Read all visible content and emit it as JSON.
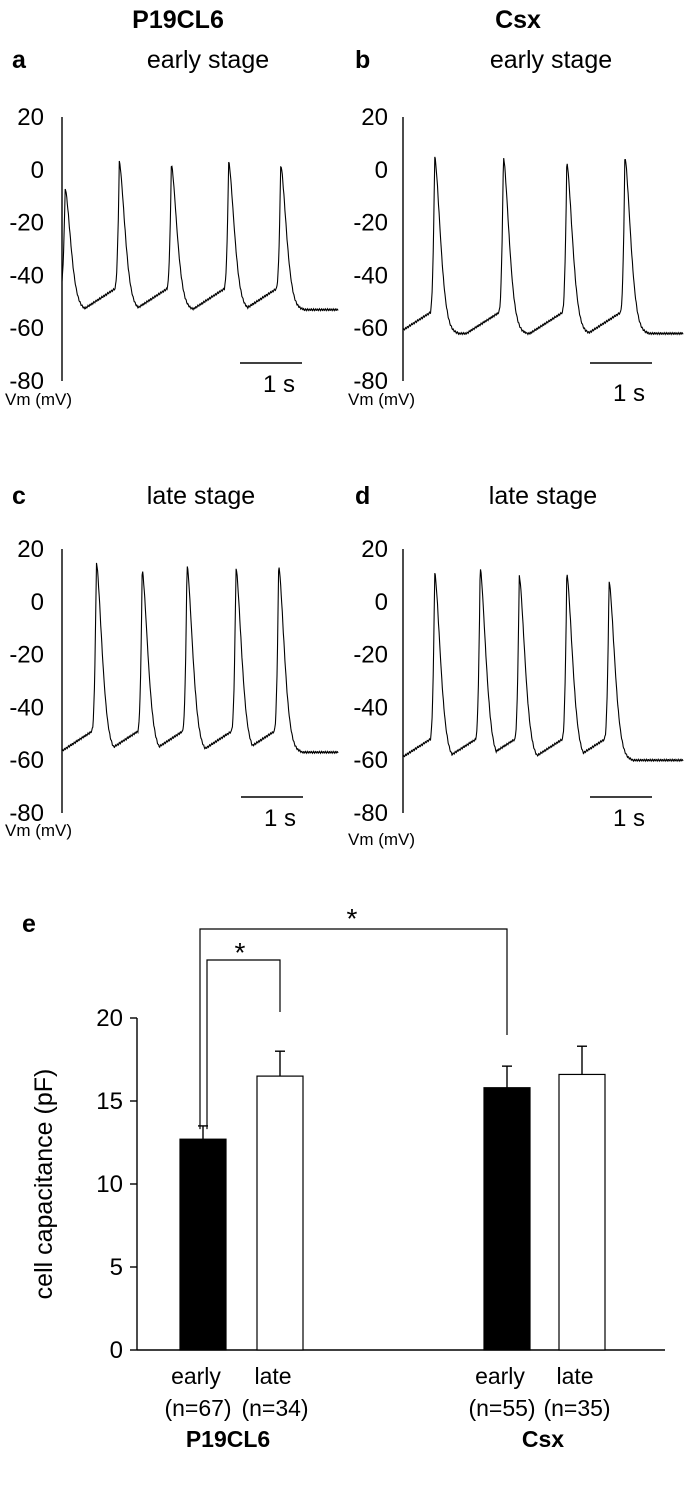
{
  "columns": [
    {
      "title": "P19CL6"
    },
    {
      "title": "Csx"
    }
  ],
  "chart_data": [
    {
      "type": "line",
      "panel": "a",
      "subtitle": "early stage",
      "ylabel": "Vm (mV)",
      "ylim": [
        -80,
        20
      ],
      "yticks": [
        20,
        0,
        -20,
        -40,
        -60,
        -80
      ],
      "scale_bar": "1 s",
      "trace": {
        "duration_s": 2.65,
        "rest_mV": -53,
        "spikes": [
          {
            "t": 0.03,
            "peak": -7
          },
          {
            "t": 0.55,
            "peak": 3
          },
          {
            "t": 1.05,
            "peak": 2
          },
          {
            "t": 1.6,
            "peak": 3
          },
          {
            "t": 2.1,
            "peak": 2
          }
        ]
      }
    },
    {
      "type": "line",
      "panel": "b",
      "subtitle": "early stage",
      "ylabel": "Vm (mV)",
      "ylim": [
        -80,
        20
      ],
      "yticks": [
        20,
        0,
        -20,
        -40,
        -60,
        -80
      ],
      "scale_bar": "1 s",
      "trace": {
        "duration_s": 2.65,
        "rest_mV": -62,
        "spikes": [
          {
            "t": 0.3,
            "peak": 5
          },
          {
            "t": 0.95,
            "peak": 5
          },
          {
            "t": 1.55,
            "peak": 3
          },
          {
            "t": 2.1,
            "peak": 5
          }
        ]
      }
    },
    {
      "type": "line",
      "panel": "c",
      "subtitle": "late stage",
      "ylabel": "Vm (mV)",
      "ylim": [
        -80,
        20
      ],
      "yticks": [
        20,
        0,
        -20,
        -40,
        -60,
        -80
      ],
      "scale_bar": "1 s",
      "trace": {
        "duration_s": 2.65,
        "rest_mV": -57,
        "spikes": [
          {
            "t": 0.33,
            "peak": 15
          },
          {
            "t": 0.77,
            "peak": 12
          },
          {
            "t": 1.2,
            "peak": 14
          },
          {
            "t": 1.67,
            "peak": 13
          },
          {
            "t": 2.08,
            "peak": 14
          }
        ]
      }
    },
    {
      "type": "line",
      "panel": "d",
      "subtitle": "late stage",
      "ylabel": "Vm (mV)",
      "ylim": [
        -80,
        20
      ],
      "yticks": [
        20,
        0,
        -20,
        -40,
        -60,
        -80
      ],
      "scale_bar": "1 s",
      "trace": {
        "duration_s": 2.65,
        "rest_mV": -60,
        "spikes": [
          {
            "t": 0.3,
            "peak": 11
          },
          {
            "t": 0.73,
            "peak": 13
          },
          {
            "t": 1.1,
            "peak": 10
          },
          {
            "t": 1.55,
            "peak": 11
          },
          {
            "t": 1.95,
            "peak": 8
          }
        ]
      }
    },
    {
      "type": "bar",
      "panel": "e",
      "ylabel": "cell capacitance (pF)",
      "ylim": [
        0,
        20
      ],
      "yticks": [
        0,
        5,
        10,
        15,
        20
      ],
      "bars": [
        {
          "line1": "early",
          "line2": "(n=67)",
          "group": "P19CL6",
          "value": 12.7,
          "error": 0.8,
          "fill": "#000000"
        },
        {
          "line1": "late",
          "line2": "(n=34)",
          "group": "P19CL6",
          "value": 16.5,
          "error": 1.5,
          "fill": "#ffffff"
        },
        {
          "line1": "early",
          "line2": "(n=55)",
          "group": "Csx",
          "value": 15.8,
          "error": 1.3,
          "fill": "#000000"
        },
        {
          "line1": "late",
          "line2": "(n=35)",
          "group": "Csx",
          "value": 16.6,
          "error": 1.7,
          "fill": "#ffffff"
        }
      ],
      "groups": [
        "P19CL6",
        "Csx"
      ],
      "significance": [
        {
          "from": 0,
          "to": 1,
          "label": "*"
        },
        {
          "from": 0,
          "to": 2,
          "label": "*"
        }
      ]
    }
  ]
}
